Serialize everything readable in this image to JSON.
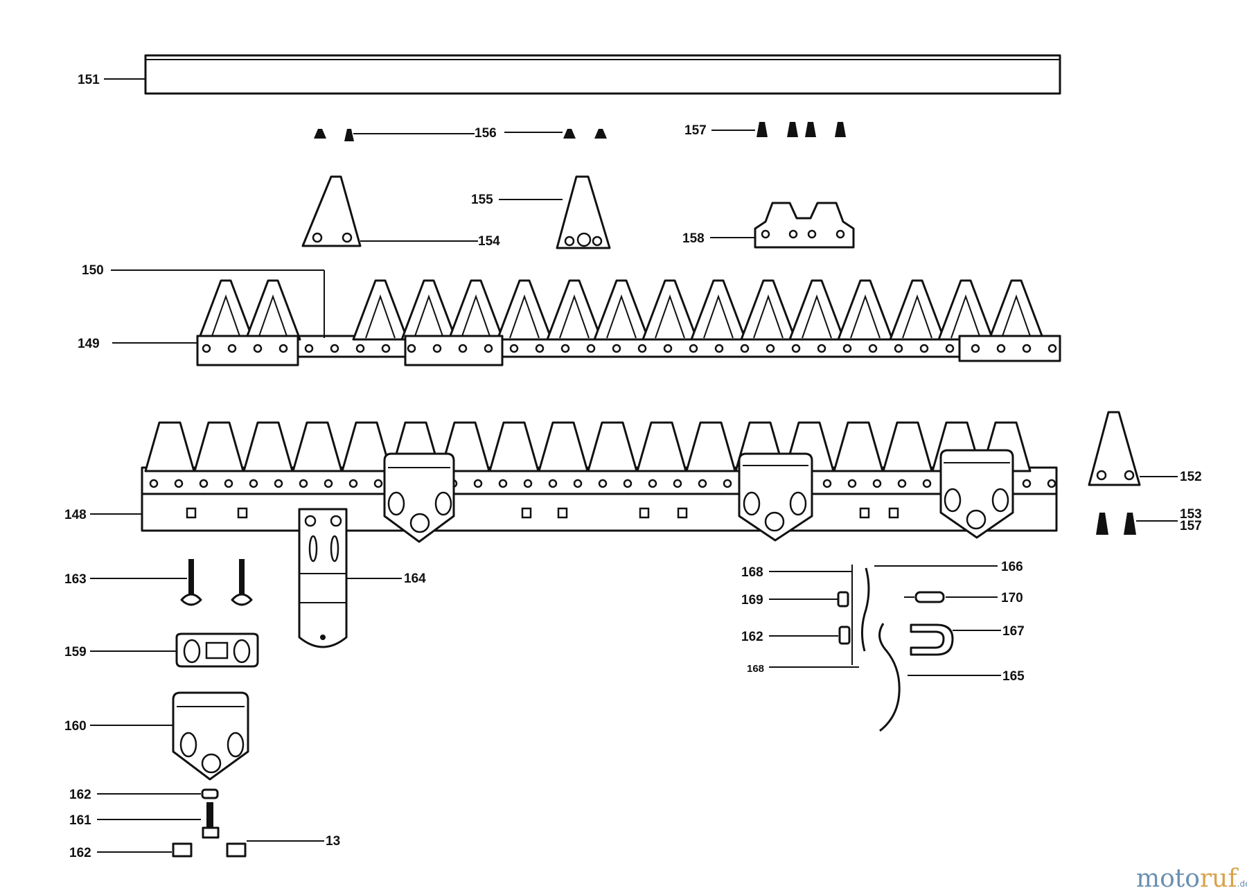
{
  "diagram": {
    "labels": {
      "p151": "151",
      "p156": "156",
      "p157": "157",
      "p155": "155",
      "p154": "154",
      "p158": "158",
      "p150": "150",
      "p149": "149",
      "p148": "148",
      "p152": "152",
      "p153_157": "153\n157",
      "p163": "163",
      "p164": "164",
      "p159": "159",
      "p160": "160",
      "p162a": "162",
      "p161": "161",
      "p162b": "162",
      "p13": "13",
      "p168": "168",
      "p169": "169",
      "p162c": "162",
      "p16x": "168",
      "p166": "166",
      "p170": "170",
      "p167": "167",
      "p165": "165"
    },
    "watermark": {
      "part1": "moto",
      "part2": "ruf",
      "tld": ".de"
    }
  }
}
